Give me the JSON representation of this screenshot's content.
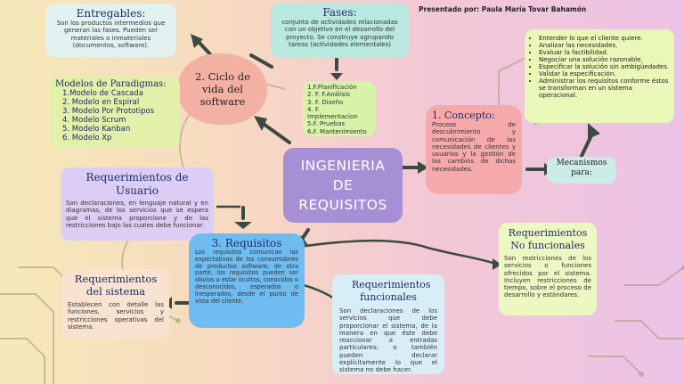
{
  "credit": "Presentado por: Paula María Tovar Bahamón",
  "center_title": "INGENIERIA DE REQUISITOS",
  "entregables": {
    "title": "Entregables:",
    "text": "Son los productos intermedios que generan las fases. Pueden ser materiales o inmateriales (documentos, software)."
  },
  "fases": {
    "title": "Fases:",
    "text": "conjunto de actividades relacionadas con un objetivo en el desarrollo del proyecto. Se construye agrupando tareas (actividades elementales)"
  },
  "fases_list": [
    "1.F.Planificación",
    "2. F. F.Análisis",
    "3. F. Diseño",
    "4. F. Implementacion",
    "5.F. Pruebas",
    "6.F. Mantenimiento"
  ],
  "ciclo": {
    "title": "2. Ciclo de vida del software"
  },
  "modelos": {
    "title": "Modelos de Paradigmas:",
    "items": [
      "1.Modelo de Cascada",
      "2. Modelo en Espiral",
      "3. Modelo Por Prototipos",
      "4. Modelo Scrum",
      "5. Modelo Kanban",
      "6. Modelo Xp"
    ]
  },
  "concepto": {
    "title": "1.   Concepto:",
    "text": "Proceso de descubrimiento y comunicación de las necesidades de clientes y usuarios y la gestión de los cambios de dichas necesidades."
  },
  "mecanismos": {
    "title": "Mecanismos para:"
  },
  "mecanismos_list": [
    "Entender lo que el cliente quiere.",
    "Analizar las necesidades.",
    "Evaluar la factibilidad.",
    "Negociar una solución razonable.",
    "Especificar la solución sin ambigüedades.",
    "Validar la especificación.",
    "Administrar los requisitos conforme éstos se transforman en un sistema operacional."
  ],
  "req_usuario": {
    "title": "Requerimientos de Usuario",
    "text": "Son declaraciones, en lenguaje natural y en diagramas, de los servicios que se espera que el sistema proporcione y de las restricciones bajo las cuales debe funcionar."
  },
  "requisitos": {
    "title": "3. Requisitos",
    "text": "Los requisitos comunican las expectativas de los consumidores de productos software; de otra parte, los requisitos pueden ser obvios o estar ocultos, conocidos o desconocidos, esperados o inesperados, desde el punto de vista del cliente."
  },
  "req_sistema": {
    "title": "Requerimientos del sistema",
    "text": "Establecen con detalle las funciones, servicios y restricciones operativas del sistema."
  },
  "req_funcionales": {
    "title": "Requerimientos funcionales",
    "text": "Son declaraciones de los servicios que debe proporcionar el sistema, de la manera en que éste debe reaccionar a entradas particulares; o también pueden declarar explícitamente lo que el sistema no debe hacer."
  },
  "req_no_funcionales": {
    "title": "Requerimientos No funcionales",
    "text": "Son restricciones de los servicios o funciones ofrecidos por el sistema. Incluyen restricciones de tiempo, sobre el proceso de desarrollo y estándares."
  }
}
